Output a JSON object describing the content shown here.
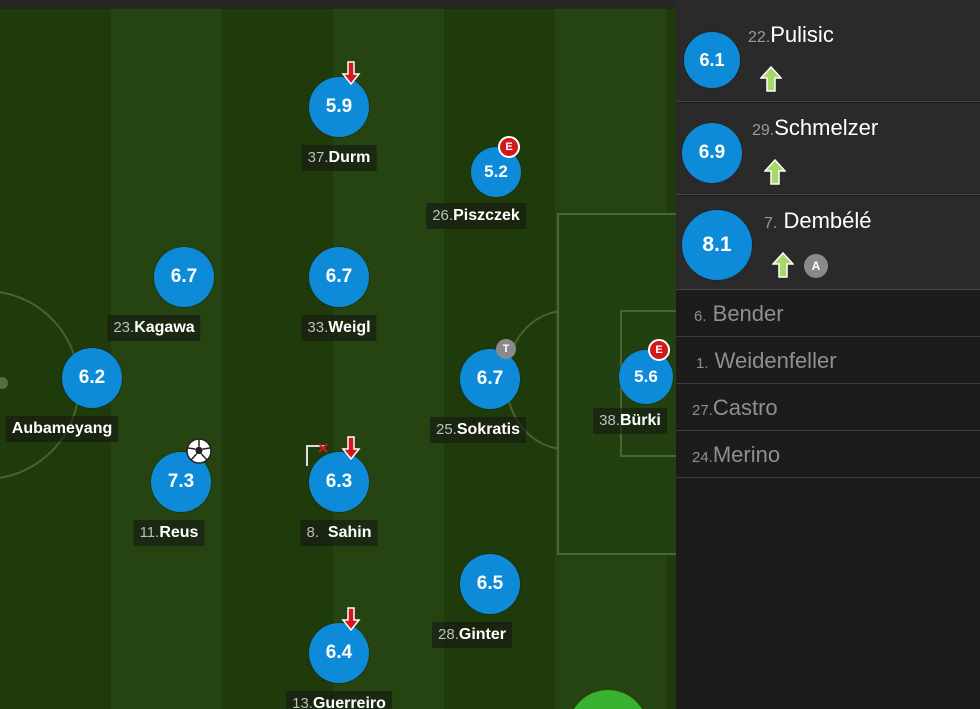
{
  "pitch_players": [
    {
      "rating": "6.2",
      "num": "",
      "name": "Aubameyang"
    },
    {
      "rating": "6.7",
      "num": "23.",
      "name": "Kagawa"
    },
    {
      "rating": "7.3",
      "num": "11.",
      "name": "Reus"
    },
    {
      "rating": "5.9",
      "num": "37.",
      "name": "Durm"
    },
    {
      "rating": "6.7",
      "num": "33.",
      "name": "Weigl"
    },
    {
      "rating": "6.3",
      "num": "8.",
      "name": "Sahin"
    },
    {
      "rating": "6.4",
      "num": "13.",
      "name": "Guerreiro"
    },
    {
      "rating": "5.2",
      "num": "26.",
      "name": "Piszczek"
    },
    {
      "rating": "6.7",
      "num": "25.",
      "name": "Sokratis"
    },
    {
      "rating": "6.5",
      "num": "28.",
      "name": "Ginter"
    },
    {
      "rating": "5.6",
      "num": "38.",
      "name": "Bürki"
    }
  ],
  "badges": {
    "yellow_card": "E",
    "captain": "T",
    "assist": "A"
  },
  "substitutes": [
    {
      "rating": "6.1",
      "num": "22.",
      "name": "Pulisic"
    },
    {
      "rating": "6.9",
      "num": "29.",
      "name": "Schmelzer"
    },
    {
      "rating": "8.1",
      "num": "7.",
      "name": "Dembélé"
    }
  ],
  "bench": [
    {
      "num": "6.",
      "name": "Bender"
    },
    {
      "num": "1.",
      "name": "Weidenfeller"
    },
    {
      "num": "27.",
      "name": "Castro"
    },
    {
      "num": "24.",
      "name": "Merino"
    }
  ],
  "colors": {
    "rating_bg": "#0d8bd8",
    "sub_out": "#d4171d",
    "sub_in": "#a8d86a",
    "pitch_dark": "#1f3a0b",
    "pitch_light": "#254411"
  }
}
